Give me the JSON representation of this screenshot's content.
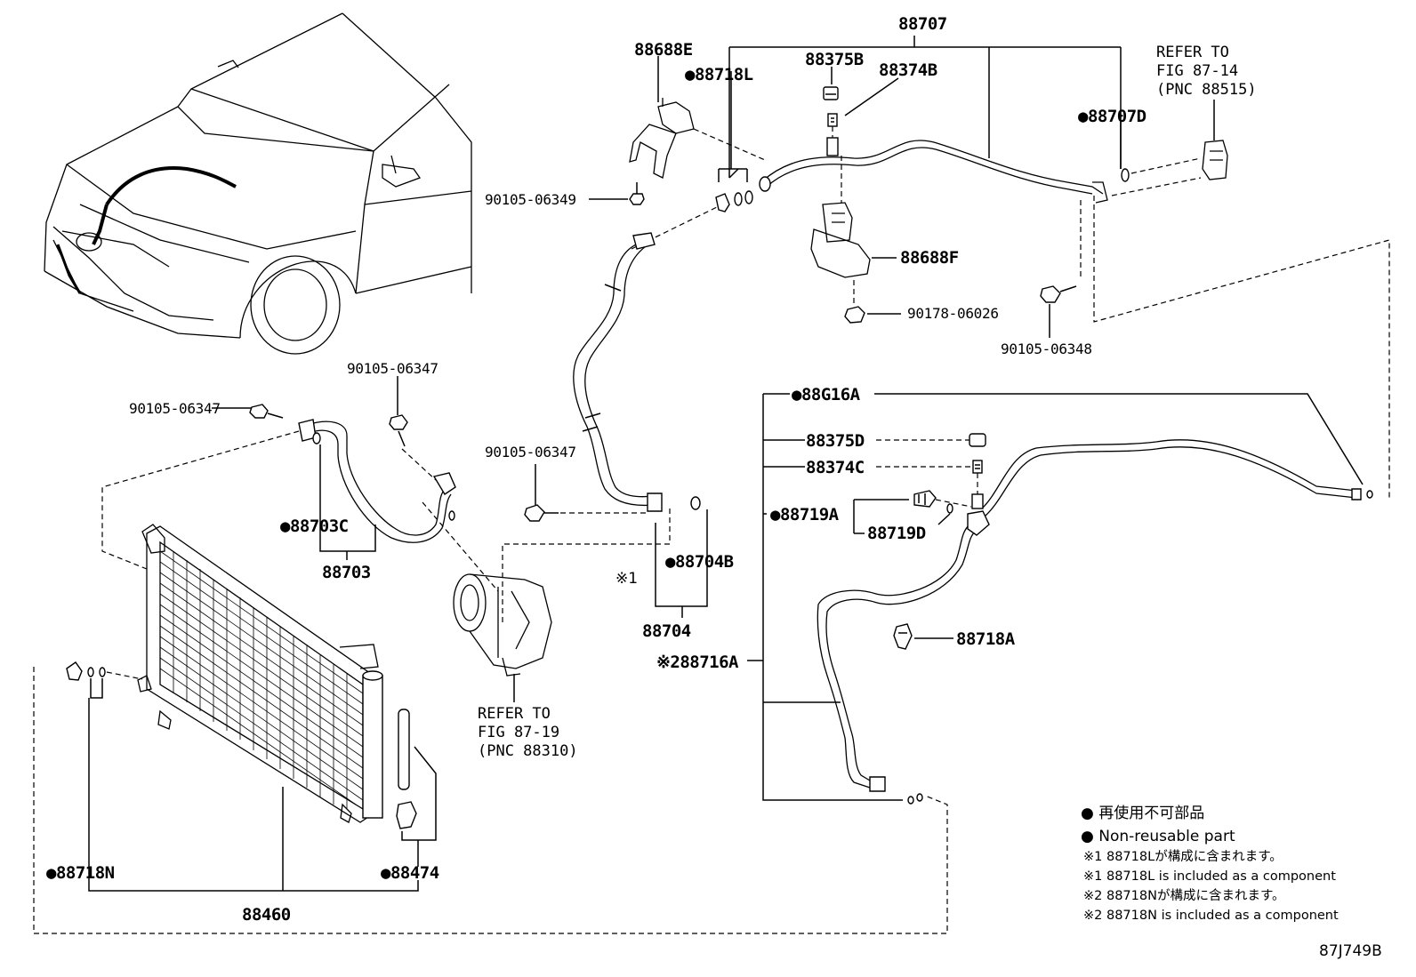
{
  "diagram_id": "87J749B",
  "parts": {
    "p88707": "88707",
    "p88688E": "88688E",
    "p88718L": "●88718L",
    "p88375B": "88375B",
    "p88374B": "88374B",
    "p88707D": "●88707D",
    "p90105_06349": "90105-06349",
    "p88688F": "88688F",
    "p90178_06026": "90178-06026",
    "p90105_06348": "90105-06348",
    "p90105_06347a": "90105-06347",
    "p90105_06347b": "90105-06347",
    "p90105_06347c": "90105-06347",
    "p88703C": "●88703C",
    "p88703": "88703",
    "p88704B": "●88704B",
    "p88704": "88704",
    "note1_mark": "※1",
    "p88716A": "※288716A",
    "p88G16A": "●88G16A",
    "p88375D": "88375D",
    "p88374C": "88374C",
    "p88719A": "●88719A",
    "p88719D": "88719D",
    "p88718A": "88718A",
    "p88718N": "●88718N",
    "p88474": "●88474",
    "p88460": "88460"
  },
  "refs": {
    "ref1": [
      "REFER TO",
      "FIG 87-14",
      "(PNC 88515)"
    ],
    "ref2": [
      "REFER TO",
      "FIG 87-19",
      "(PNC 88310)"
    ]
  },
  "legend": {
    "l1": "● 再使用不可部品",
    "l2": "● Non-reusable part",
    "l3": "※1 88718Lが構成に含まれます。",
    "l4": "※1 88718L is included as a component",
    "l5": "※2 88718Nが構成に含まれます。",
    "l6": "※2 88718N is included as a component"
  }
}
